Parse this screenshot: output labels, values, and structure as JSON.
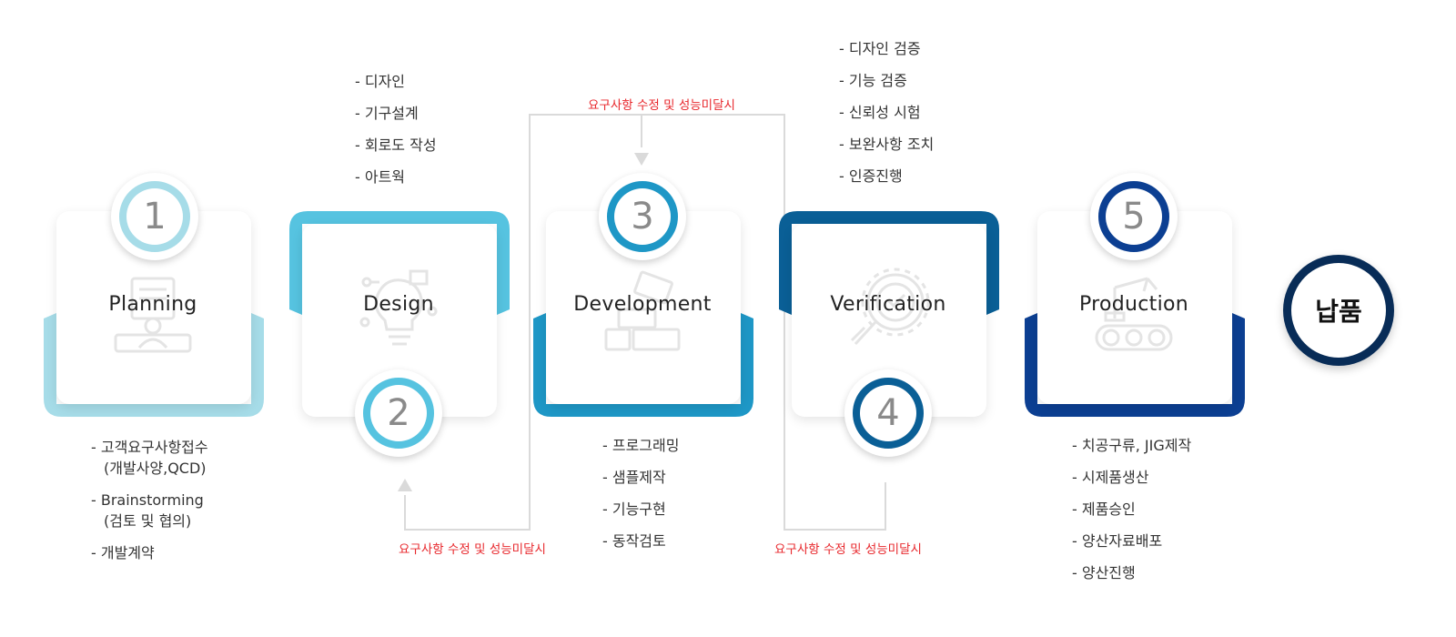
{
  "colors": {
    "step1": "#a6dce8",
    "step2": "#56c3e0",
    "step3": "#1e97c6",
    "step4": "#0a5f96",
    "step5": "#0c3f92",
    "delivery": "#082c57",
    "loop_line": "#dadada",
    "loop_text": "#e8282d"
  },
  "steps": [
    {
      "number": "1",
      "title": "Planning",
      "icon": "planning-meeting-icon",
      "details": [
        {
          "line1": "- 고객요구사항접수",
          "line2": "(개발사양,QCD)"
        },
        {
          "line1": "- Brainstorming",
          "line2": "(검토 및 협의)"
        },
        {
          "line1": "- 개발계약",
          "line2": ""
        }
      ]
    },
    {
      "number": "2",
      "title": "Design",
      "icon": "design-lightbulb-circuit-icon",
      "details": [
        "- 디자인",
        "- 기구설계",
        "- 회로도 작성",
        "- 아트웍"
      ]
    },
    {
      "number": "3",
      "title": "Development",
      "icon": "development-blocks-icon",
      "details": [
        "- 프로그래밍",
        "- 샘플제작",
        "- 기능구현",
        "- 동작검토"
      ]
    },
    {
      "number": "4",
      "title": "Verification",
      "icon": "verification-magnifier-gear-icon",
      "details": [
        "- 디자인 검증",
        "- 기능 검증",
        "- 신뢰성 시험",
        "- 보완사항 조치",
        "- 인증진행"
      ]
    },
    {
      "number": "5",
      "title": "Production",
      "icon": "production-robot-arm-icon",
      "details": [
        "- 치공구류, JIG제작",
        "- 시제품생산",
        "- 제품승인",
        "- 양산자료배포",
        "- 양산진행"
      ]
    }
  ],
  "delivery": {
    "label": "납품"
  },
  "loops": [
    {
      "label": "요구사항 수정 및 성능미달시"
    },
    {
      "label": "요구사항 수정 및 성능미달시"
    },
    {
      "label": "요구사항 수정 및 성능미달시"
    }
  ]
}
